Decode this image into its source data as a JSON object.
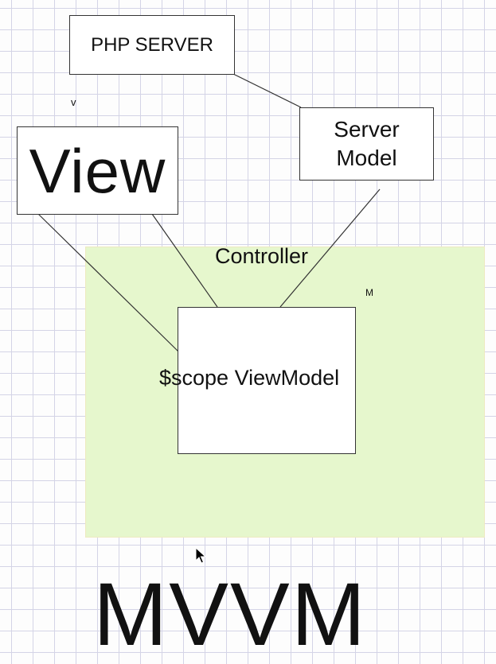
{
  "diagram": {
    "nodes": {
      "php_server": "PHP SERVER",
      "server_model": "Server Model",
      "view": "View",
      "controller": "Controller",
      "viewmodel": "$scope ViewModel"
    },
    "markers": {
      "v": "v",
      "m": "M"
    },
    "title": "MVVM",
    "connections": [
      [
        "php_server",
        "server_model"
      ],
      [
        "server_model",
        "viewmodel"
      ],
      [
        "view",
        "viewmodel"
      ],
      [
        "view",
        "viewmodel"
      ]
    ],
    "colors": {
      "controller_fill": "#e6f7cd",
      "grid": "#d4d4e6",
      "stroke": "#333333"
    }
  }
}
